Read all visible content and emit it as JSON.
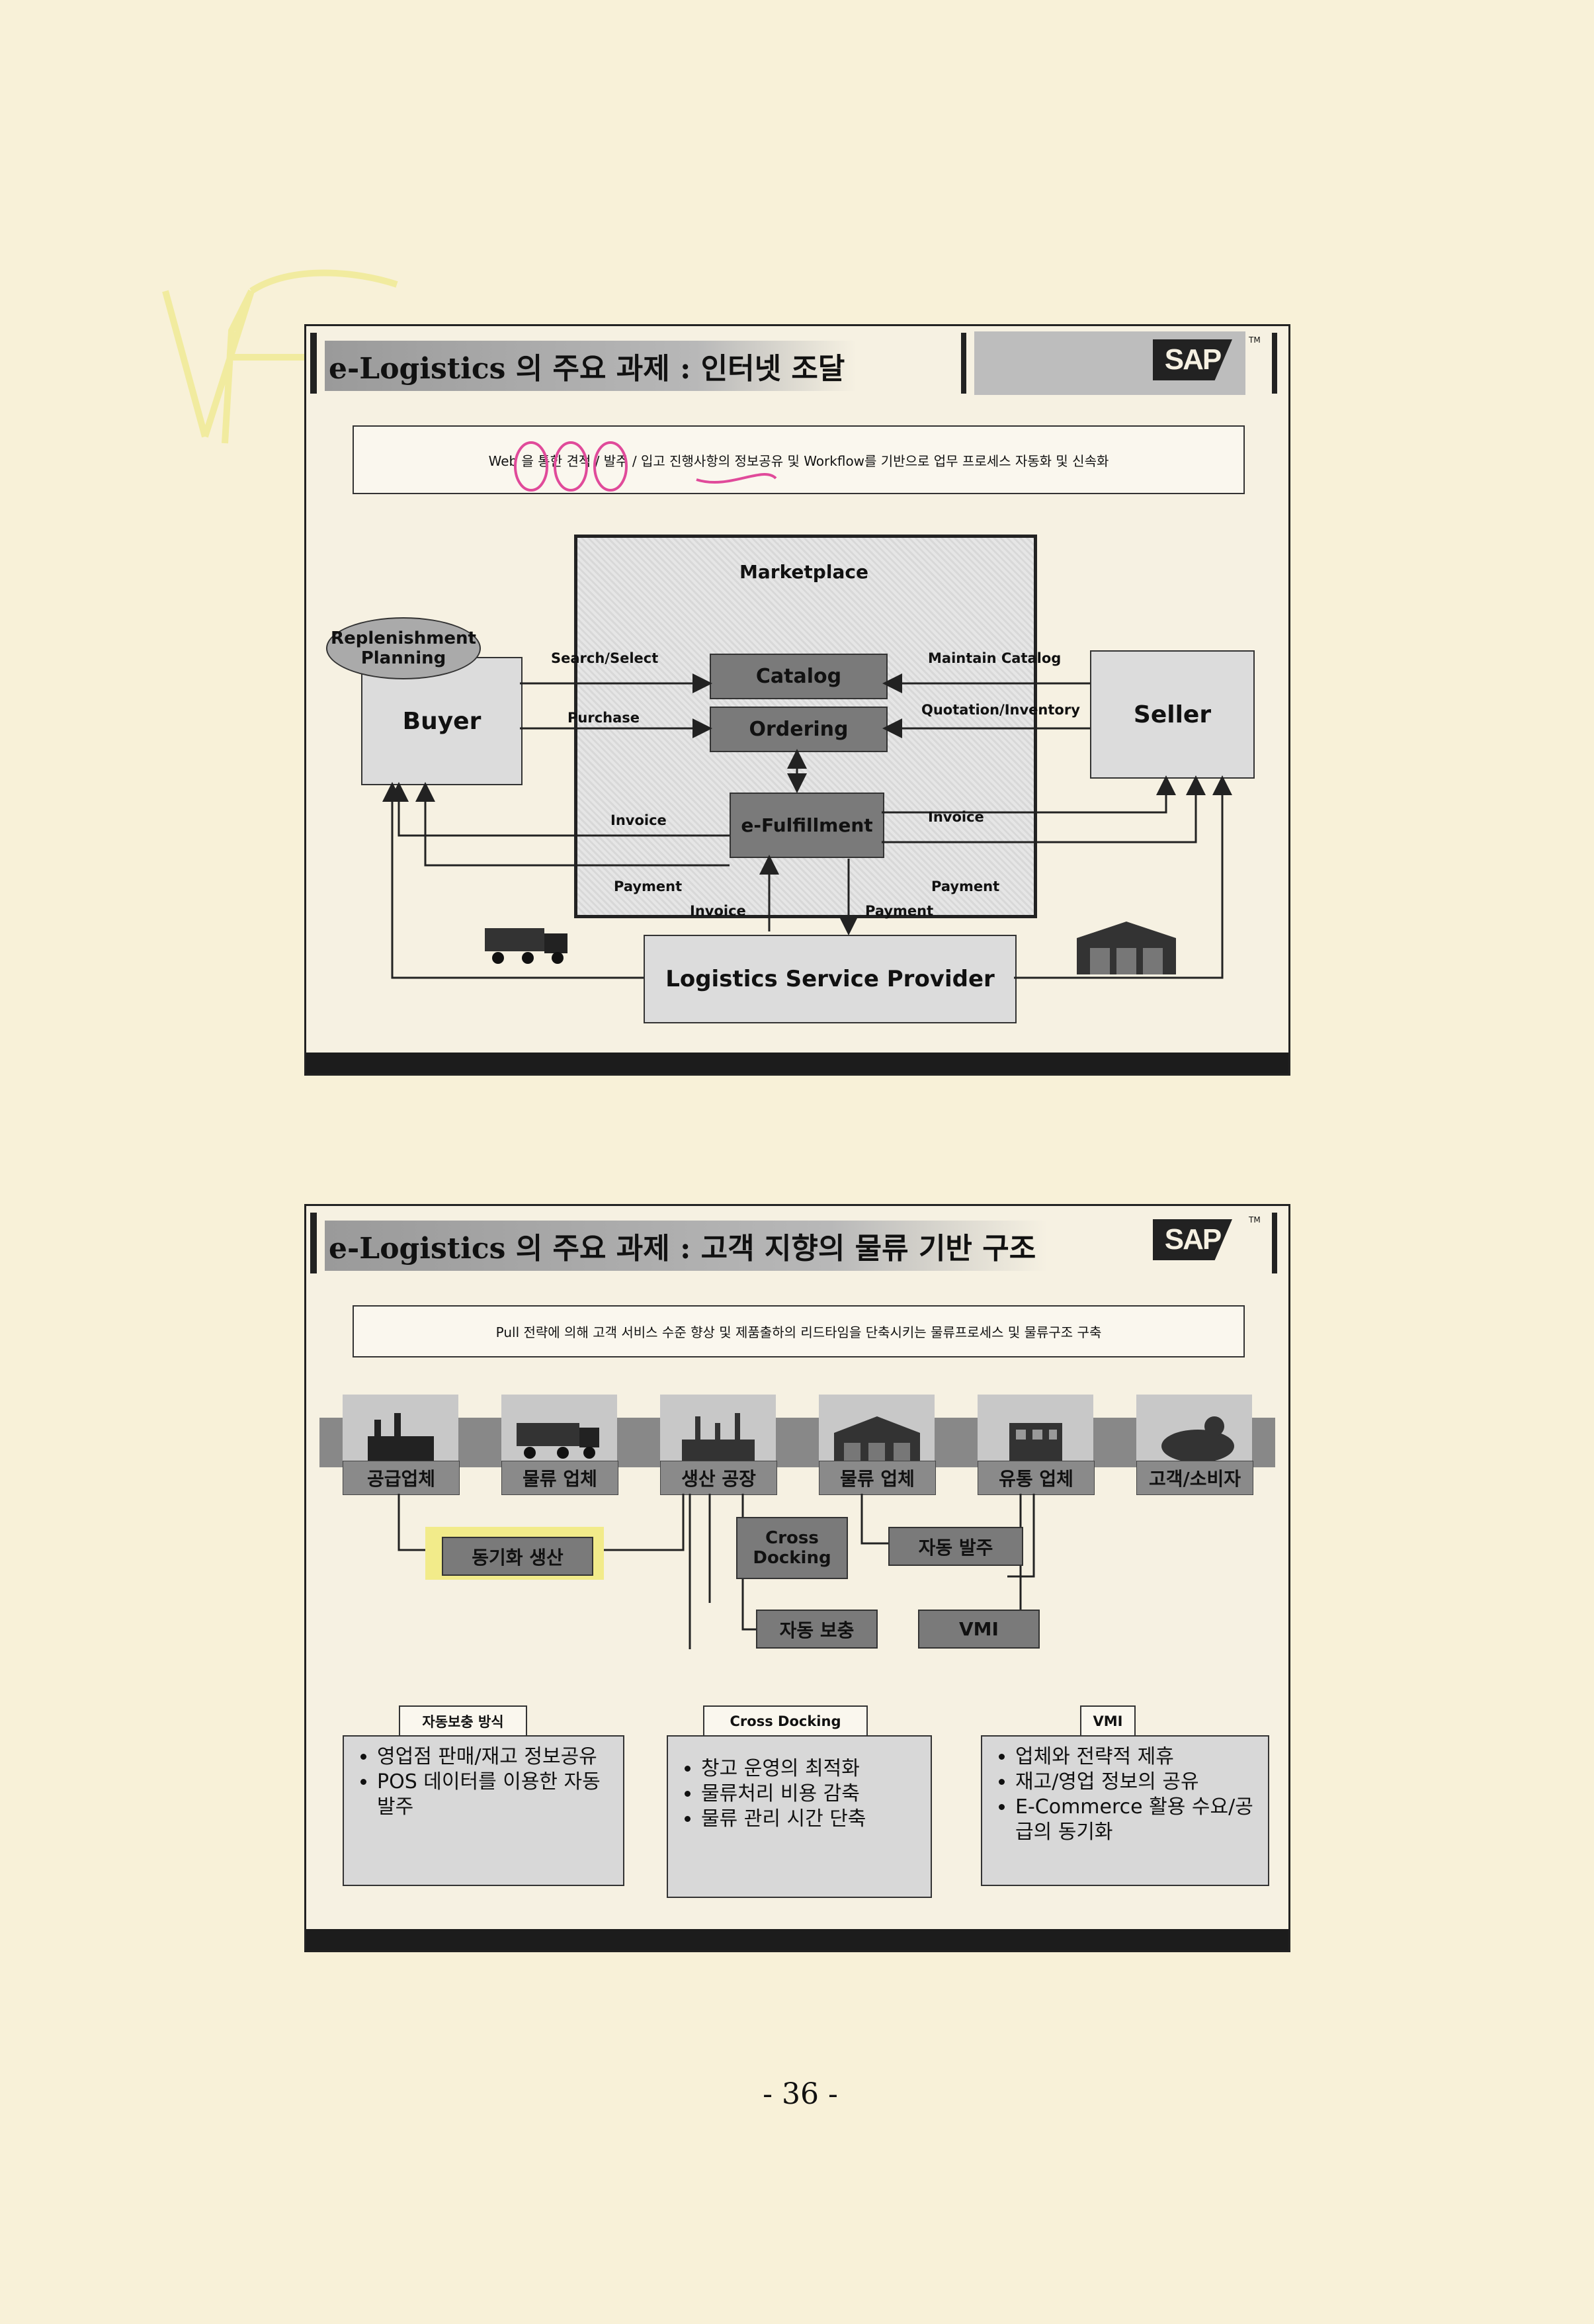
{
  "slide1": {
    "title": "e-Logistics 의 주요 과제 : 인터넷 조달",
    "logo": "SAP",
    "tm": "TM",
    "subtitle": "Web 을 통한 견적 / 발주 / 입고 진행사항의 정보공유 및 Workflow를 기반으로 업무 프로세스 자동화 및 신속화",
    "diagram": {
      "marketplace": "Marketplace",
      "replenishment": "Replenishment Planning",
      "buyer": "Buyer",
      "seller": "Seller",
      "catalog": "Catalog",
      "ordering": "Ordering",
      "fulfillment": "e-Fulfillment",
      "lsp": "Logistics Service Provider",
      "search_select": "Search/Select",
      "purchase": "Purchase",
      "maintain_catalog": "Maintain Catalog",
      "quotation": "Quotation/Inventory",
      "invoice_left": "Invoice",
      "invoice_right": "Invoice",
      "payment_left": "Payment",
      "payment_right": "Payment",
      "invoice_bottom": "Invoice",
      "payment_bottom": "Payment"
    },
    "icons": [
      "truck-icon",
      "warehouse-icon"
    ]
  },
  "slide2": {
    "title": "e-Logistics 의 주요 과제 : 고객 지향의 물류 기반 구조",
    "logo": "SAP",
    "tm": "TM",
    "subtitle": "Pull 전략에 의해 고객 서비스 수준 향상 및 제품출하의 리드타임을 단축시키는 물류프로세스 및 물류구조 구축",
    "categories": [
      "공급업체",
      "물류 업체",
      "생산 공장",
      "물류 업체",
      "유통 업체",
      "고객/소비자"
    ],
    "processes": {
      "sync_production": "동기화 생산",
      "cross_docking": "Cross Docking",
      "auto_order": "자동 발주",
      "auto_replenish": "자동 보충",
      "vmi": "VMI"
    },
    "panels": [
      {
        "tag": "자동보충 방식",
        "items": [
          "영업점 판매/재고 정보공유",
          "POS 데이터를 이용한 자동발주"
        ]
      },
      {
        "tag": "Cross Docking",
        "items": [
          "창고 운영의 최적화",
          "물류처리 비용 감축",
          "물류 관리 시간 단축"
        ]
      },
      {
        "tag": "VMI",
        "items": [
          "업체와 전략적 제휴",
          "재고/영업 정보의 공유",
          "E-Commerce 활용 수요/공급의 동기화"
        ]
      }
    ]
  },
  "page_number": "- 36 -",
  "colors": {
    "paper": "#f8f1d8",
    "slide_bg": "#f6f1e2",
    "dark": "#1c1c1c",
    "box_grey": "#7a7a7a"
  }
}
